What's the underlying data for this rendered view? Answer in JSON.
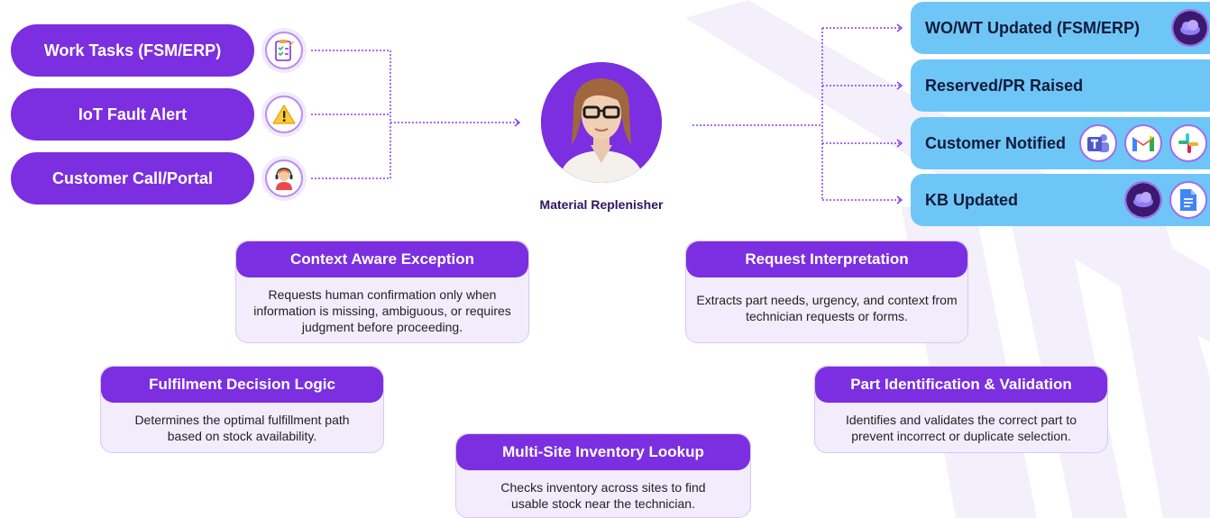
{
  "inputs": [
    {
      "label": "Work Tasks (FSM/ERP)",
      "icon": "clipboard-icon"
    },
    {
      "label": "IoT Fault Alert",
      "icon": "warning-icon"
    },
    {
      "label": "Customer Call/Portal",
      "icon": "support-agent-icon"
    }
  ],
  "agent": {
    "label": "Material Replenisher",
    "icon": "agent-avatar-icon"
  },
  "outputs": [
    {
      "label": "WO/WT Updated (FSM/ERP)",
      "tools": [
        "cloud-app-icon"
      ]
    },
    {
      "label": "Reserved/PR Raised",
      "tools": []
    },
    {
      "label": "Customer Notified",
      "tools": [
        "teams-icon",
        "gmail-icon",
        "slack-icon"
      ]
    },
    {
      "label": "KB Updated",
      "tools": [
        "cloud-app-icon",
        "google-docs-icon"
      ]
    }
  ],
  "capabilities": [
    {
      "title": "Context Aware Exception",
      "description": "Requests human confirmation only when information is missing, ambiguous, or requires judgment before proceeding."
    },
    {
      "title": "Request Interpretation",
      "description": "Extracts part needs, urgency, and context from technician requests or forms."
    },
    {
      "title": "Fulfilment Decision Logic",
      "description": "Determines the optimal fulfillment path based on stock availability."
    },
    {
      "title": "Part Identification & Validation",
      "description": "Identifies and validates the correct part to prevent incorrect or duplicate selection."
    },
    {
      "title": "Multi-Site Inventory Lookup",
      "description": "Checks inventory across sites to find usable stock near the technician."
    }
  ],
  "colors": {
    "primary": "#7b2fe0",
    "output": "#6ec6f7",
    "card_bg": "#f3ecfd"
  }
}
